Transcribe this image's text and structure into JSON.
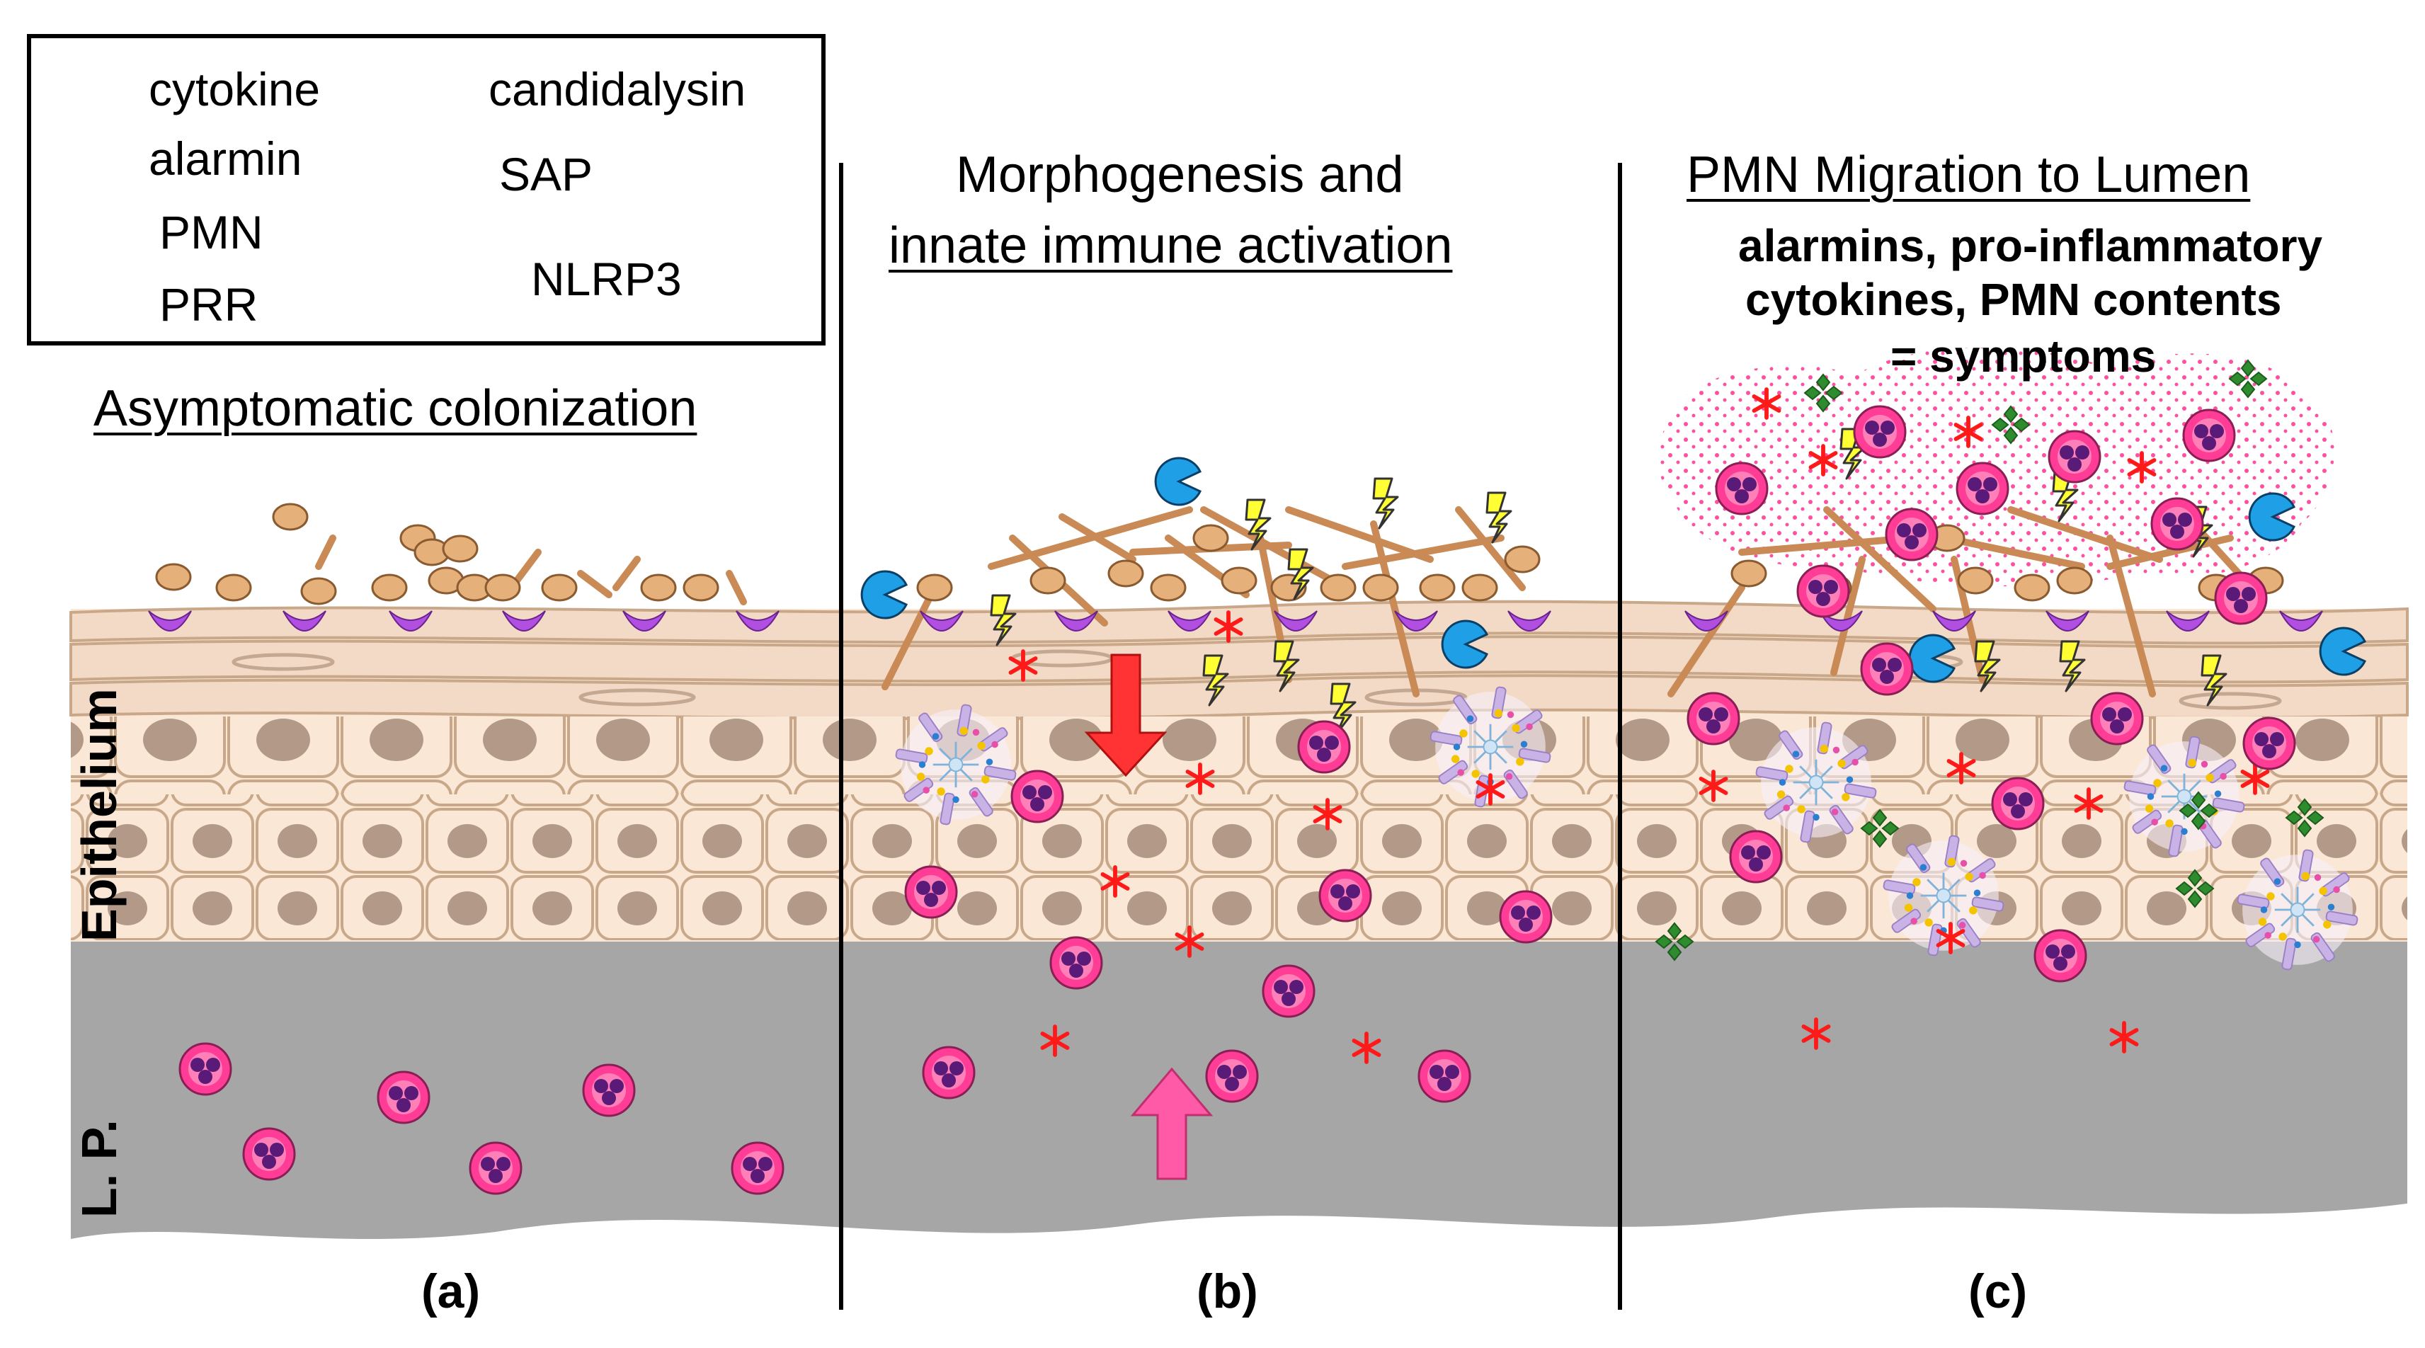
{
  "legend": {
    "items": [
      {
        "label": "cytokine",
        "icon": "cytokine-icon"
      },
      {
        "label": "alarmin",
        "icon": "alarmin-icon"
      },
      {
        "label": "PMN",
        "icon": "pmn-icon"
      },
      {
        "label": "PRR",
        "icon": "prr-icon"
      },
      {
        "label": "candidalysin",
        "icon": "candidalysin-icon"
      },
      {
        "label": "SAP",
        "icon": "sap-icon"
      },
      {
        "label": "NLRP3",
        "icon": "nlrp3-icon"
      }
    ]
  },
  "panels": {
    "a": {
      "heading": "Asymptomatic colonization",
      "label": "(a)"
    },
    "b": {
      "heading_line1": "Morphogenesis and",
      "heading_line2": "innate immune activation",
      "label": "(b)"
    },
    "c": {
      "heading": "PMN Migration to Lumen",
      "note_line1": "alarmins, pro-inflammatory",
      "note_line2": "cytokines, PMN contents",
      "note_line3": "= symptoms",
      "label": "(c)"
    }
  },
  "side_labels": {
    "epithelium": "Epithelium",
    "lamina_propria": "L. P."
  },
  "colors": {
    "cytokine": "#2e8b2e",
    "alarmin": "#ff1a1a",
    "pmn_outer": "#ff3d96",
    "pmn_nuclei": "#5a1a78",
    "prr": "#b04fe0",
    "candidalysin": "#ffff33",
    "sap": "#1f9fe6",
    "hyphae": "#c98a55",
    "yeast": "#e6b07a",
    "epithelium": "#fbe7d6",
    "lamina_propria": "#a6a6a6"
  }
}
